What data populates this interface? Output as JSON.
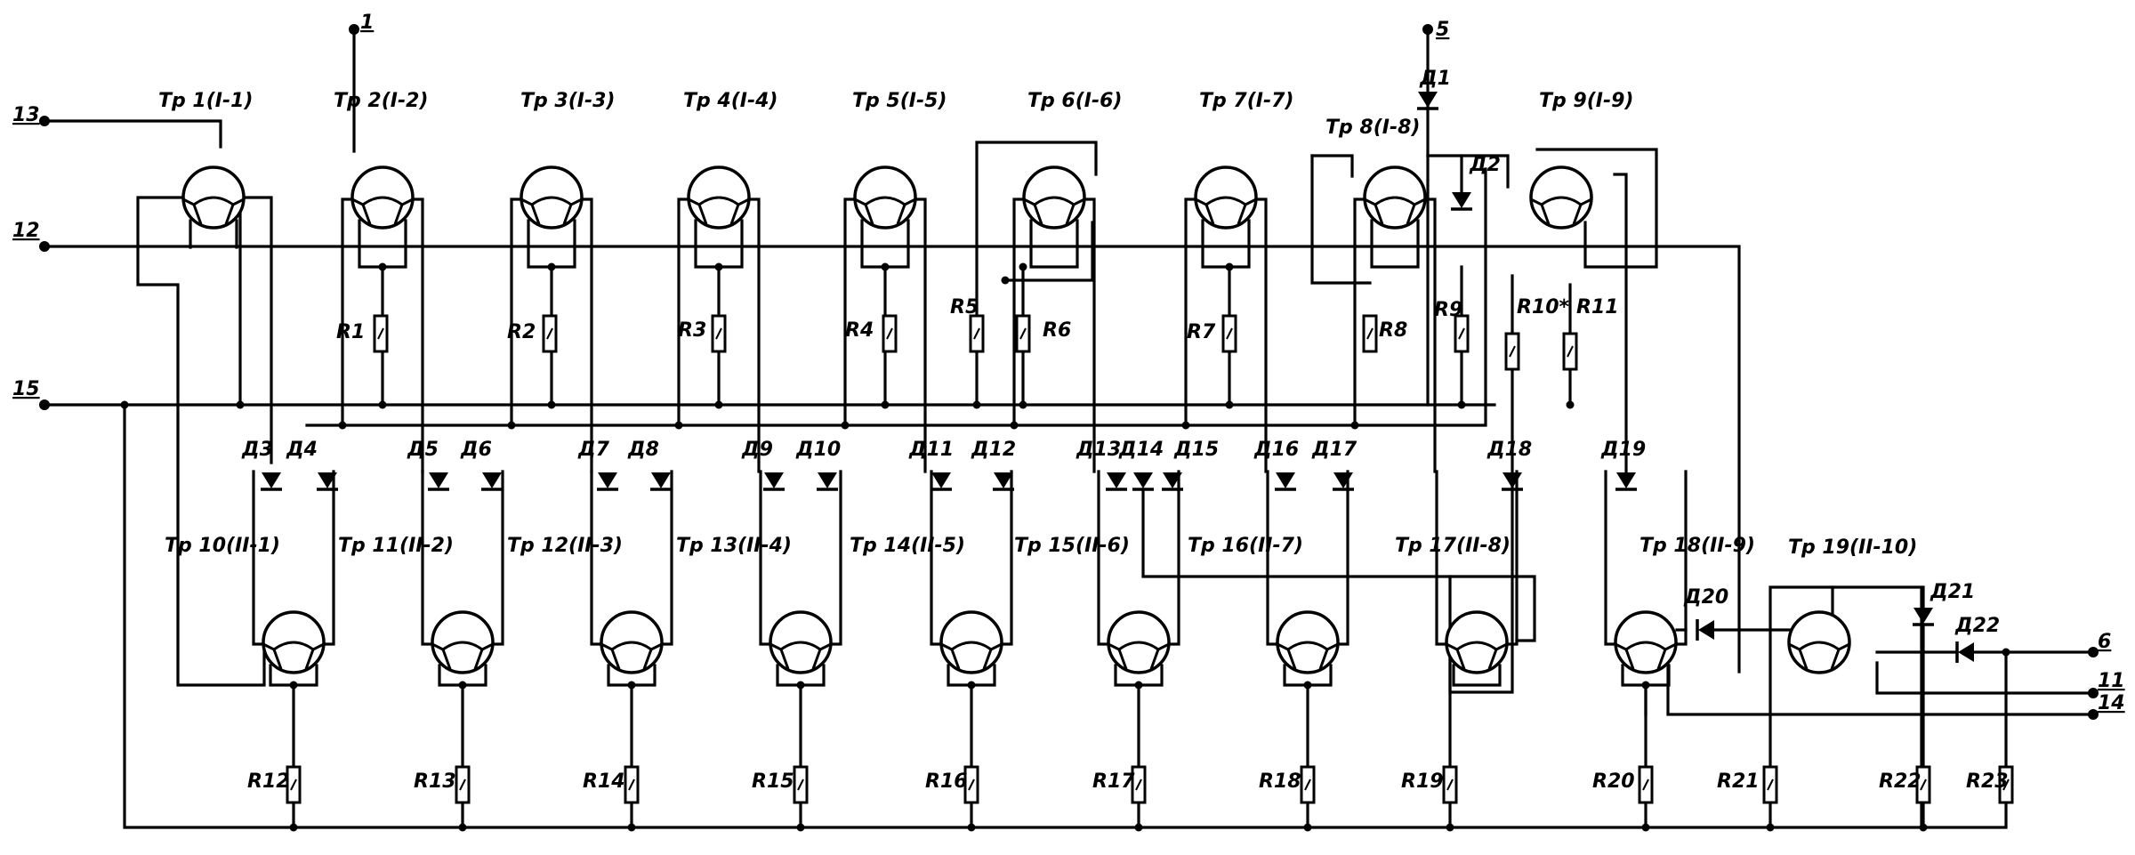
{
  "terminals": [
    "1",
    "5",
    "13",
    "12",
    "15",
    "6",
    "11",
    "14"
  ],
  "top_transistors": [
    "Тр 1(I-1)",
    "Тр 2(I-2)",
    "Тр 3(I-3)",
    "Тр 4(I-4)",
    "Тр 5(I-5)",
    "Тр 6(I-6)",
    "Тр 7(I-7)",
    "Тр 8(I-8)",
    "Тр 9(I-9)"
  ],
  "bottom_transistors": [
    "Тр 10(II-1)",
    "Тр 11(II-2)",
    "Тр 12(II-3)",
    "Тр 13(II-4)",
    "Тр 14(II-5)",
    "Тр 15(II-6)",
    "Тр 16(II-7)",
    "Тр 17(II-8)",
    "Тр 18(II-9)"
  ],
  "tr19": "Тр 19(II-10)",
  "top_resistors": [
    "R1",
    "R2",
    "R3",
    "R4",
    "R5",
    "R6",
    "R7",
    "R8",
    "R9",
    "R10*",
    "R11"
  ],
  "bottom_resistors": [
    "R12",
    "R13",
    "R14",
    "R15",
    "R16",
    "R17",
    "R18",
    "R19",
    "R20",
    "R21",
    "R22",
    "R23"
  ],
  "diodes": [
    "Д1",
    "Д2",
    "Д3",
    "Д4",
    "Д5",
    "Д6",
    "Д7",
    "Д8",
    "Д9",
    "Д10",
    "Д11",
    "Д12",
    "Д13",
    "Д14",
    "Д15",
    "Д16",
    "Д17",
    "Д18",
    "Д19",
    "Д20",
    "Д21",
    "Д22"
  ]
}
